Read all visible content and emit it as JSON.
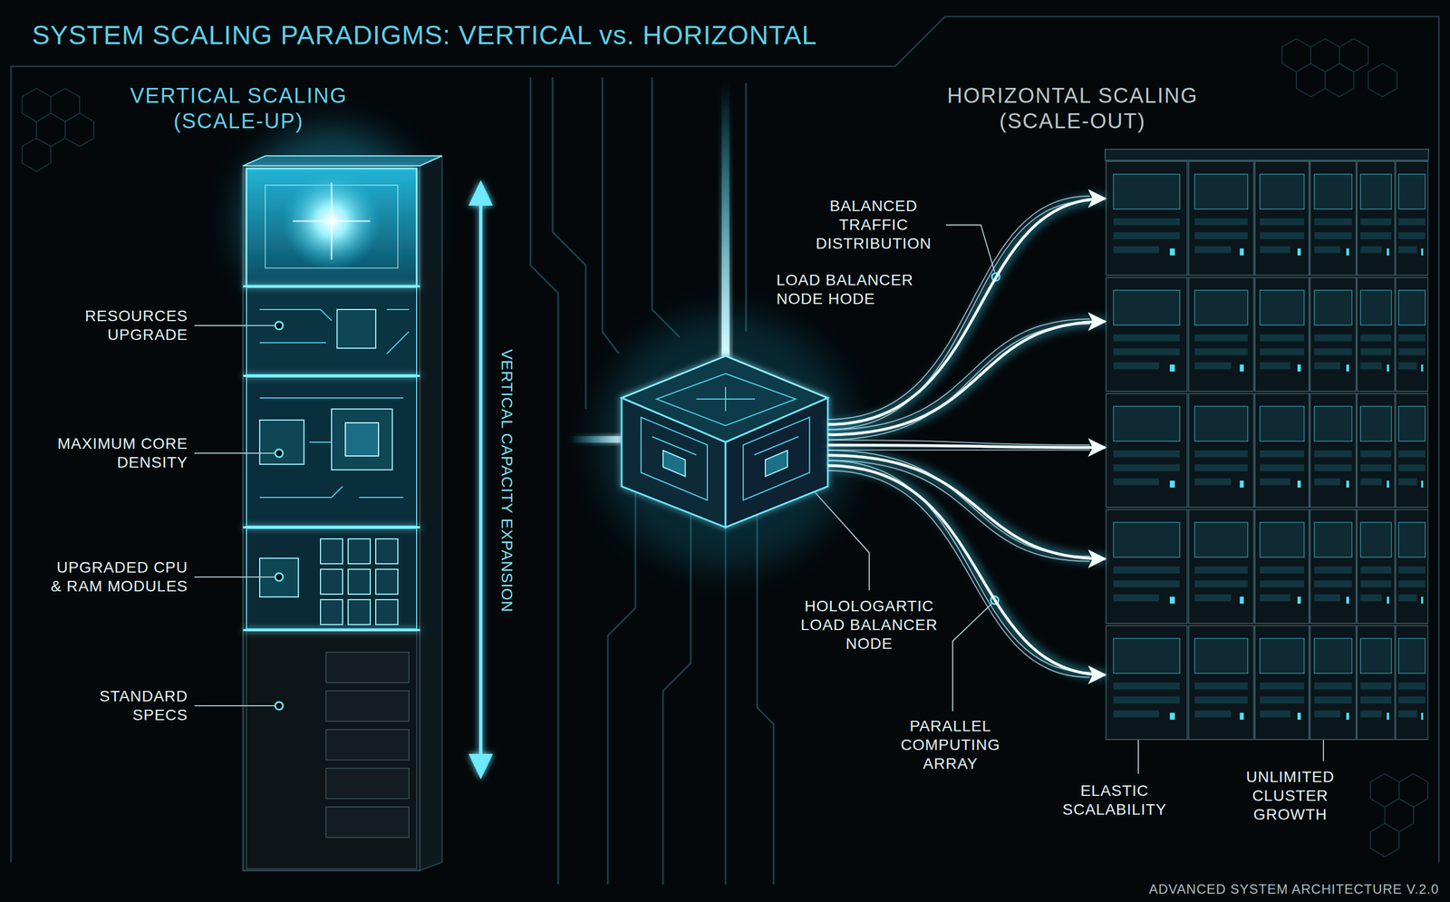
{
  "diagram": {
    "title": "SYSTEM SCALING PARADIGMS: VERTICAL vs. HORIZONTAL",
    "caption": "ADVANCED SYSTEM ARCHITECTURE V.2.0",
    "nodes": [
      {
        "text": [
          "VERTICAL SCALING (SCALE-UP)"
        ]
      },
      {
        "text": [
          "LOAD BALANCER NODE HODE"
        ]
      },
      {
        "text": [
          "HORIZONTAL SCALING (SCALE-OUT)"
        ]
      }
    ],
    "edges": [
      {
        "from": 1,
        "to": 2,
        "arrow": "to"
      },
      {
        "from": 1,
        "to": 2,
        "arrow": "to"
      },
      {
        "from": 1,
        "to": 2,
        "arrow": "to"
      },
      {
        "from": 1,
        "to": 2,
        "arrow": "to"
      },
      {
        "from": 1,
        "to": 2,
        "arrow": "to"
      }
    ],
    "labels": [
      "RESOURCES UPGRADE",
      "MAXIMUM CORE DENSITY",
      "UPGRADED CPU & RAM MODULES",
      "STANDARD SPECS",
      "VERTICAL CAPACITY EXPANSION",
      "BALANCED TRAFFIC DISTRIBUTION",
      "HOLOLOGARTIC LOAD BALANCER NODE",
      "PARALLEL COMPUTING ARRAY",
      "ELASTIC SCALABILITY",
      "UNLIMITED CLUSTER GROWTH"
    ]
  }
}
